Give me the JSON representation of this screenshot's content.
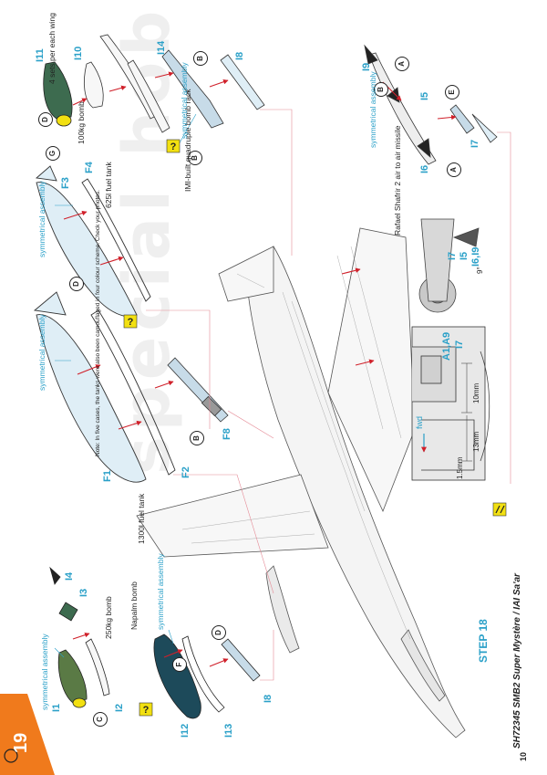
{
  "page_number": "19",
  "step": "STEP 18",
  "footer": {
    "circle_number": "10",
    "text": "SH72345 SMB2 Super Mystère / IAI Sa'ar"
  },
  "watermark": "special hobby",
  "callouts": {
    "i11_note": "4 sets per each wing",
    "bomb_100": "100kg bomb",
    "bomb_rack": "IMI-built quadruple bomb rack",
    "tank_625": "625l fuel tank",
    "tank_1300": "1300l fuel tank",
    "bomb_250": "250kg bomb",
    "napalm": "Napalm bomb",
    "shafrir": "Rafael Shafrir 2 air to air missile",
    "tanks_note": "Note: In five cases, the tanks were also been camouflaged in four colour scheme. Check your photos."
  },
  "symmetrical_assembly": "symmetrical assembly",
  "part_labels": {
    "I11": "I11",
    "I10": "I10",
    "I14": "I14",
    "I8a": "I8",
    "I9": "I9",
    "I5": "I5",
    "I7a": "I7",
    "I6": "I6",
    "F3": "F3",
    "F4": "F4",
    "F1": "F1",
    "F2": "F2",
    "F8": "F8",
    "I4": "I4",
    "I3": "I3",
    "I1": "I1",
    "I2": "I2",
    "I12": "I12",
    "I13": "I13",
    "I8b": "I8",
    "I7b": "I7",
    "I5b": "I5",
    "I6I9": "I6,I9",
    "A1A9": "A1,A9",
    "I7c": "I7"
  },
  "sequence_markers": {
    "seqA": "A",
    "seqB": "B",
    "seqC": "C",
    "seqD": "D",
    "seqE": "E",
    "seqF": "F",
    "seqG": "G"
  },
  "dimensions": {
    "d10": "10mm",
    "d13": "13mm",
    "d1": "1.5mm",
    "fwd": "fwd",
    "angle": "9°"
  },
  "colors": {
    "accent": "#2aa0c8",
    "page_tab": "#f07a1c",
    "dark_green": "#3d6b4f",
    "olive": "#5a7a45",
    "tank_blue": "#dfeef6",
    "napalm": "#1d4a5a",
    "yellow": "#f2e011",
    "arrow_red": "#d0202a"
  }
}
